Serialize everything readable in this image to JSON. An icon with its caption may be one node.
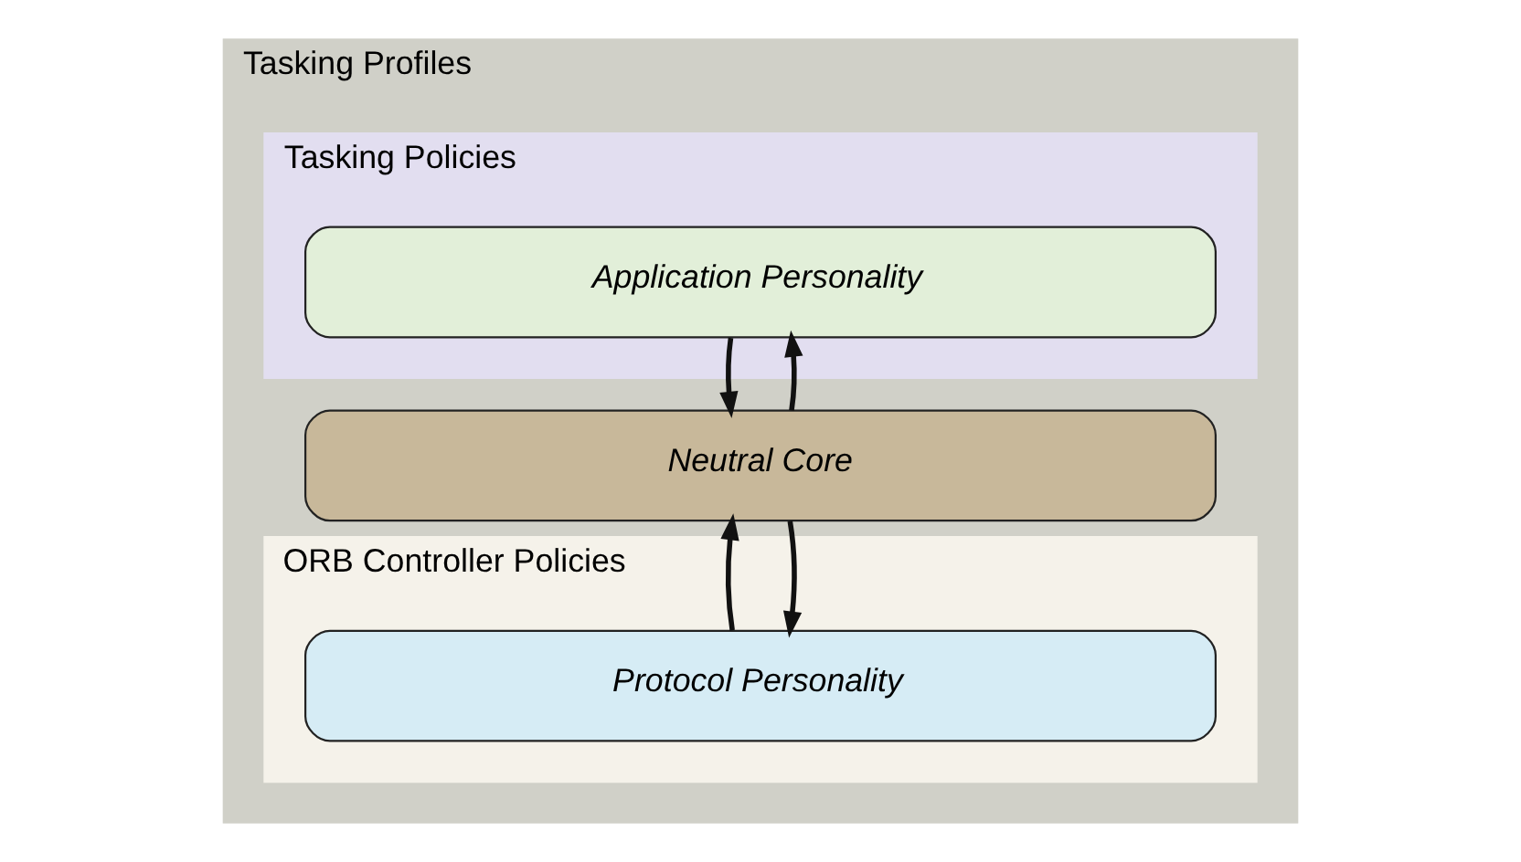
{
  "diagram": {
    "nodes": [
      {
        "text": [
          "Tasking Profiles"
        ]
      },
      {
        "text": [
          "Tasking Policies"
        ],
        "in": 0
      },
      {
        "text": [
          "Application Personality"
        ],
        "in": 1
      },
      {
        "text": [
          "Neutral Core"
        ],
        "in": 0
      },
      {
        "text": [
          "ORB Controller Policies"
        ],
        "in": 0
      },
      {
        "text": [
          "Protocol Personality"
        ],
        "in": 4
      }
    ],
    "edges": [
      {
        "from": 2,
        "to": 3,
        "arrow": "to"
      },
      {
        "from": 3,
        "to": 2,
        "arrow": "to"
      },
      {
        "from": 3,
        "to": 5,
        "arrow": "to"
      },
      {
        "from": 5,
        "to": 3,
        "arrow": "to"
      }
    ]
  }
}
